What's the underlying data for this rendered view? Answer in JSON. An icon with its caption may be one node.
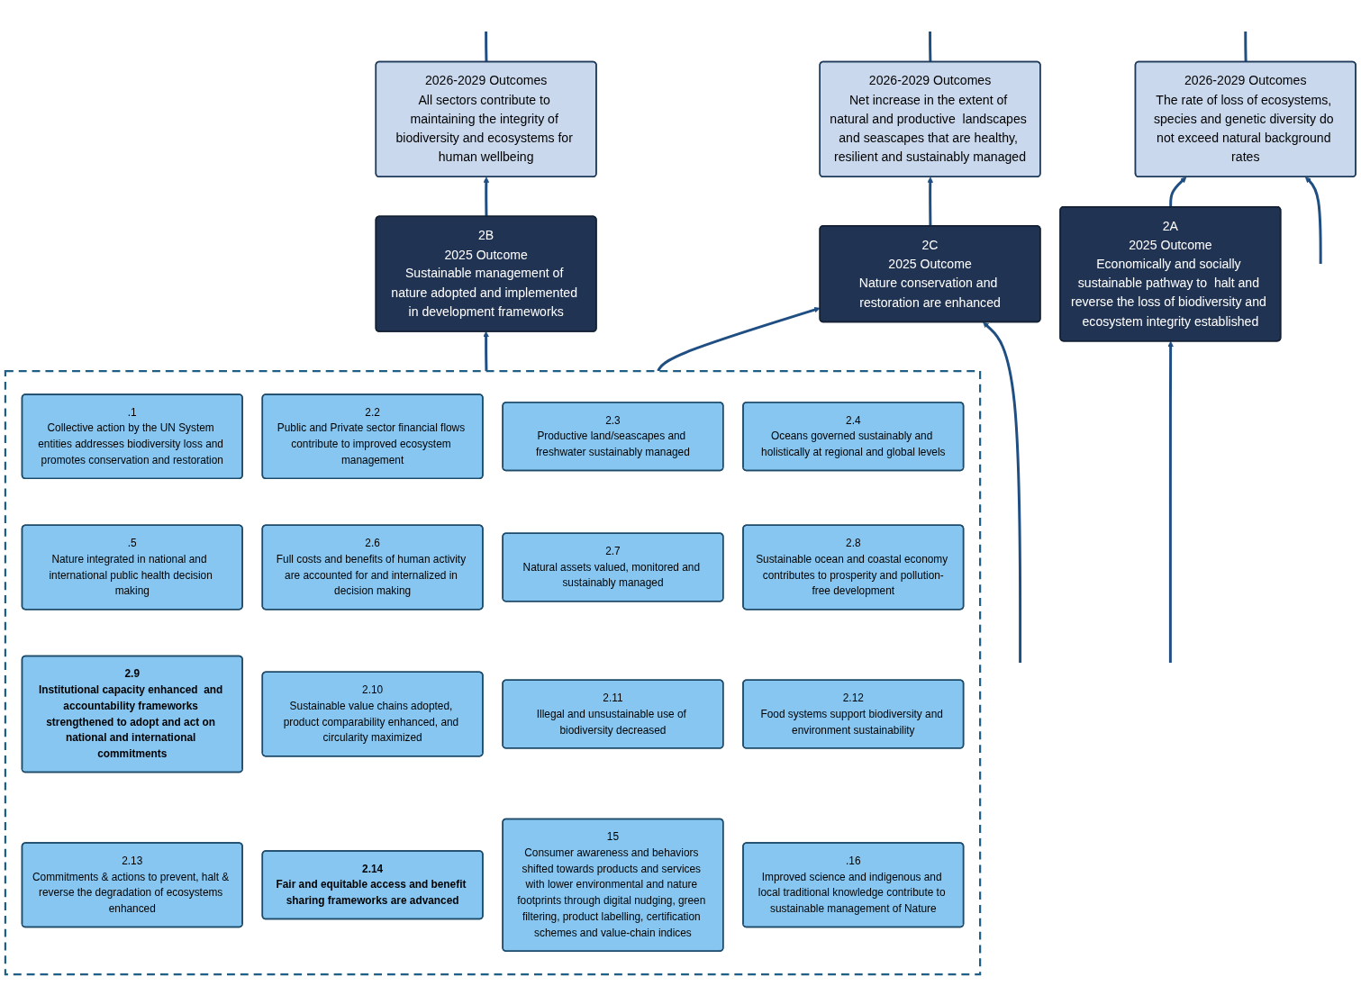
{
  "diagram": {
    "nodes": [
      {
        "text": [
          "2026-2029 Outcomes",
          "The rate of loss of ecosystems, species and genetic diversity do not exceed natural background rates"
        ]
      },
      {
        "text": [
          "2026-2029 Outcomes",
          "All sectors contribute to maintaining the integrity of biodiversity and ecosystems for human wellbeing"
        ]
      },
      {
        "text": [
          "2026-2029 Outcomes",
          "Net increase in the extent of natural and productive  landscapes and seascapes that are healthy, resilient and sustainably managed"
        ]
      },
      {
        "text": [
          "2A",
          "2025 Outcome",
          "Economically and socially sustainable pathway to  halt and reverse the loss of biodiversity and ecosystem integrity established"
        ]
      },
      {
        "text": [
          "2B",
          "2025 Outcome",
          "Sustainable management of nature adopted and implemented in development frameworks"
        ]
      },
      {
        "text": [
          "2C",
          "2025 Outcome",
          "Nature conservation and restoration are enhanced"
        ]
      },
      {
        "text": [],
        "shape": "box"
      },
      {
        "text": [
          ".1",
          "Collective action by the UN System entities addresses biodiversity loss and promotes conservation and restoration"
        ],
        "in": 6
      },
      {
        "text": [
          "2.2",
          "Public and Private sector financial flows contribute to improved ecosystem management"
        ],
        "in": 6
      },
      {
        "text": [
          "2.3",
          "Productive land/seascapes and freshwater sustainably managed"
        ],
        "in": 6
      },
      {
        "text": [
          "2.4",
          "Oceans governed sustainably and holistically at regional and global levels"
        ],
        "in": 6
      },
      {
        "text": [
          ".5",
          "Nature integrated in national and  international public health decision making"
        ],
        "in": 6
      },
      {
        "text": [
          "2.6",
          "Full costs and benefits of human activity are accounted for and internalized in decision making"
        ],
        "in": 6
      },
      {
        "text": [
          "2.7",
          "Natural assets valued, monitored and sustainably managed"
        ],
        "in": 6
      },
      {
        "text": [
          "2.8",
          "Sustainable ocean and coastal economy contributes to prosperity and pollution-free development"
        ],
        "in": 6
      },
      {
        "text": [
          "2.9",
          "Institutional capacity enhanced  and accountability frameworks strengthened to adopt and act on national and international commitments"
        ],
        "in": 6
      },
      {
        "text": [
          "2.10",
          "Sustainable value chains adopted, product comparability enhanced, and circularity maximized"
        ],
        "in": 6
      },
      {
        "text": [
          "2.11",
          "Illegal and unsustainable use of biodiversity decreased"
        ],
        "in": 6
      },
      {
        "text": [
          "2.12",
          "Food systems support biodiversity and environment sustainability"
        ],
        "in": 6
      },
      {
        "text": [
          "2.13",
          "Commitments & actions to prevent, halt & reverse the degradation of ecosystems enhanced"
        ],
        "in": 6
      },
      {
        "text": [
          "2.14",
          "Fair and equitable access and benefit sharing frameworks are advanced"
        ],
        "in": 6
      },
      {
        "text": [
          "15",
          "Consumer awareness and behaviors shifted towards products and services with lower environmental and nature footprints through digital nudging, green filtering, product labelling, certification schemes and value-chain indices"
        ],
        "in": 6
      },
      {
        "text": [
          ".16",
          "Improved science and indigenous and local traditional knowledge contribute to sustainable management of Nature"
        ],
        "in": 6
      }
    ],
    "edges": [
      {
        "from": null,
        "to": 0,
        "arrow": "to"
      },
      {
        "from": 0,
        "to": null,
        "arrow": "none"
      },
      {
        "from": 1,
        "to": null,
        "arrow": "none"
      },
      {
        "from": 2,
        "to": null,
        "arrow": "none"
      },
      {
        "from": 3,
        "to": 0,
        "arrow": "to"
      },
      {
        "from": 4,
        "to": 1,
        "arrow": "to"
      },
      {
        "from": 5,
        "to": 2,
        "arrow": "to"
      },
      {
        "from": null,
        "to": 3,
        "arrow": "to"
      },
      {
        "from": null,
        "to": 5,
        "arrow": "to"
      },
      {
        "from": 6,
        "to": 4,
        "arrow": "to"
      },
      {
        "from": 6,
        "to": 5,
        "arrow": "to"
      }
    ]
  }
}
